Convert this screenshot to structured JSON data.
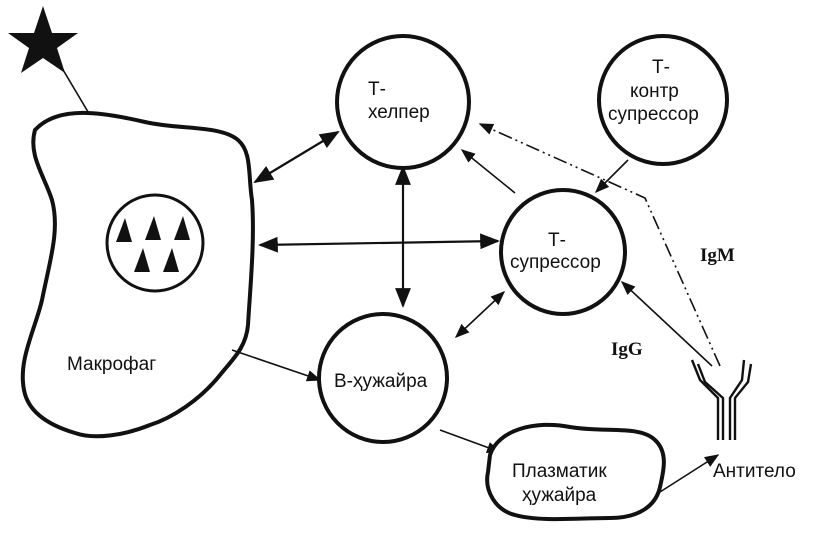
{
  "nodes": {
    "t_helper": [
      "Т-",
      "хелпер"
    ],
    "t_contr": [
      "Т-",
      "контр",
      "супрессор"
    ],
    "t_suppressor": [
      "Т-",
      "супрессор"
    ],
    "macrophage": "Макрофаг",
    "b_cell": "В-ҳужайра",
    "plasma": [
      "Плазматик",
      "ҳужайра"
    ],
    "antibody": "Антитело"
  },
  "edge_labels": {
    "igm": "IgM",
    "igg": "IgG"
  }
}
